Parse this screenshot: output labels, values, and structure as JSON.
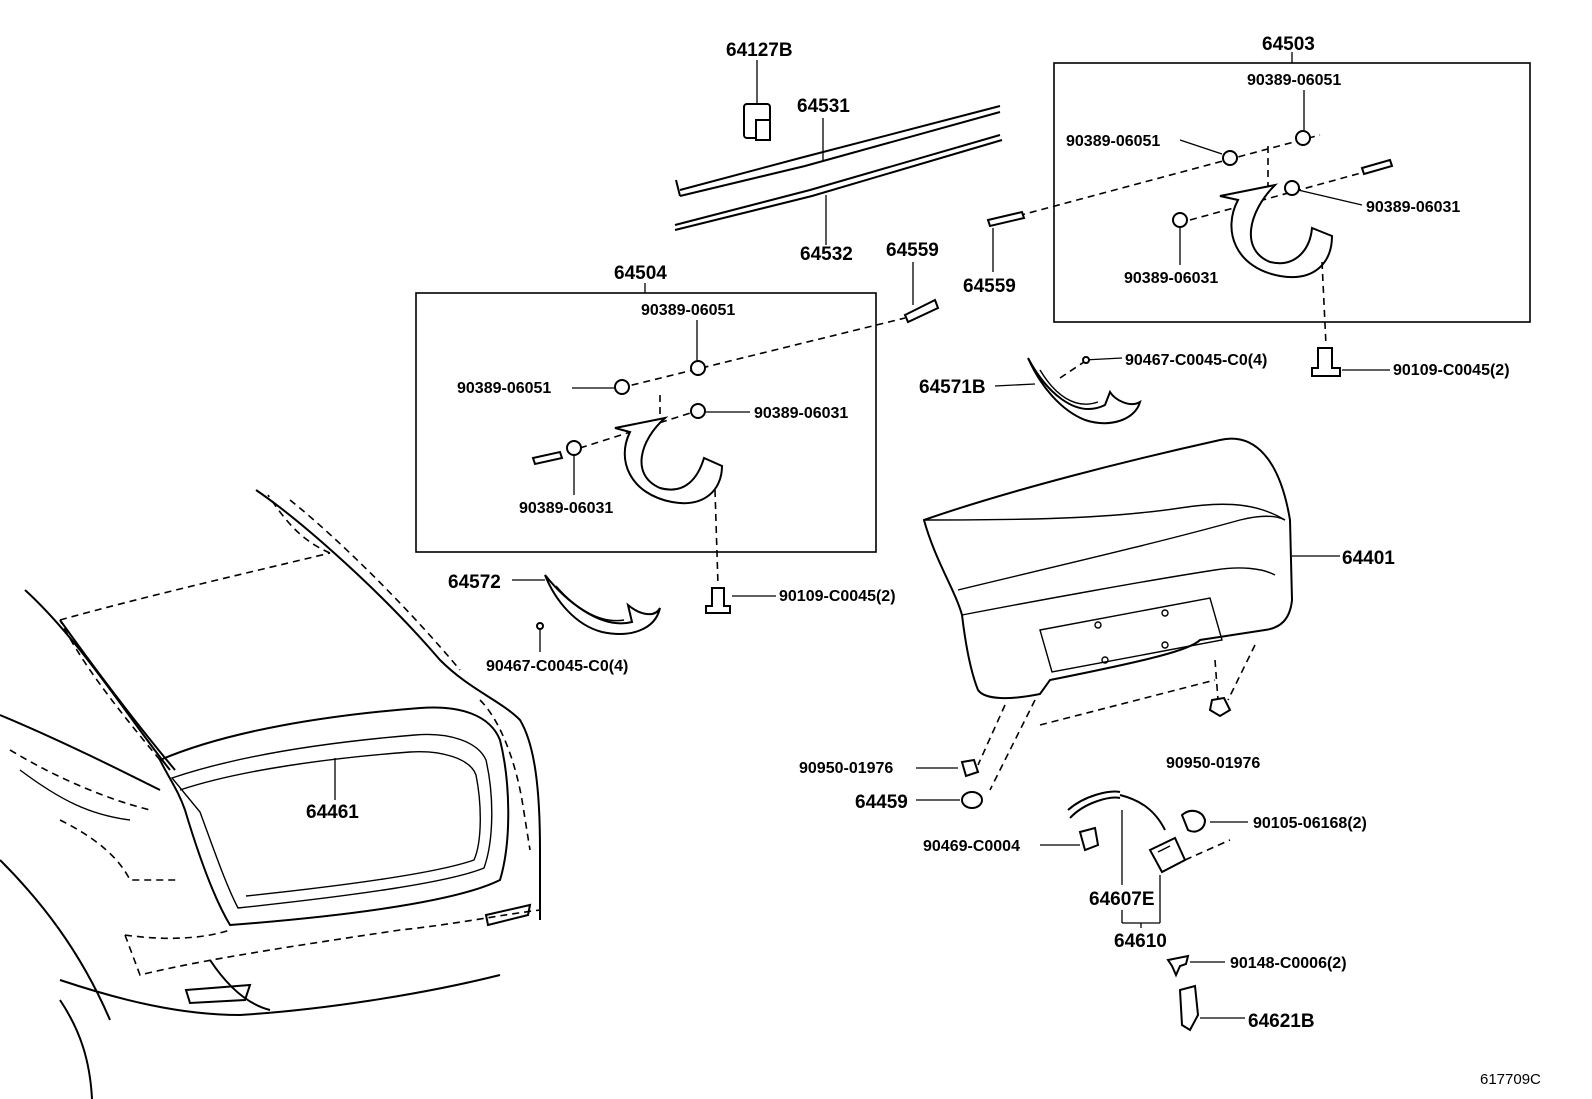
{
  "diagram": {
    "reference": "617709C",
    "labels": {
      "p64127B": "64127B",
      "p64531": "64531",
      "p64532": "64532",
      "p64503": "64503",
      "p64504": "64504",
      "p64559a": "64559",
      "p64559b": "64559",
      "p90389_06051_r1": "90389-06051",
      "p90389_06051_r2": "90389-06051",
      "p90389_06031_r1": "90389-06031",
      "p90389_06031_r2": "90389-06031",
      "p90389_06051_l1": "90389-06051",
      "p90389_06051_l2": "90389-06051",
      "p90389_06031_l1": "90389-06031",
      "p90389_06031_l2": "90389-06031",
      "p90467_r": "90467-C0045-C0(4)",
      "p90109_r": "90109-C0045(2)",
      "p64571B": "64571B",
      "p64572": "64572",
      "p90109_l": "90109-C0045(2)",
      "p90467_l": "90467-C0045-C0(4)",
      "p64401": "64401",
      "p64461": "64461",
      "p90950_l": "90950-01976",
      "p90950_r": "90950-01976",
      "p64459": "64459",
      "p90469": "90469-C0004",
      "p90105": "90105-06168(2)",
      "p64607E": "64607E",
      "p64610": "64610",
      "p90148": "90148-C0006(2)",
      "p64621B": "64621B"
    }
  }
}
